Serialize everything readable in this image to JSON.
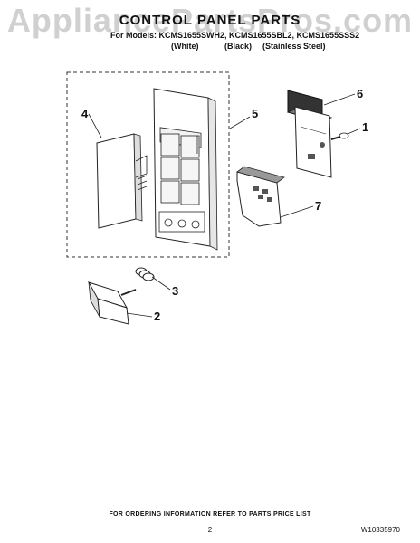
{
  "watermark": "AppliancePartsPros.com",
  "title": "CONTROL PANEL PARTS",
  "models": {
    "prefix": "For Models: KCMS1655SWH2, KCMS1655SBL2, KCMS1655SSS2",
    "variants": [
      "(White)",
      "(Black)",
      "(Stainless Steel)"
    ]
  },
  "callouts": [
    "1",
    "2",
    "3",
    "4",
    "5",
    "6",
    "7"
  ],
  "footer": {
    "note": "FOR ORDERING INFORMATION REFER TO PARTS PRICE LIST",
    "page": "2",
    "doc_number": "W10335970"
  }
}
